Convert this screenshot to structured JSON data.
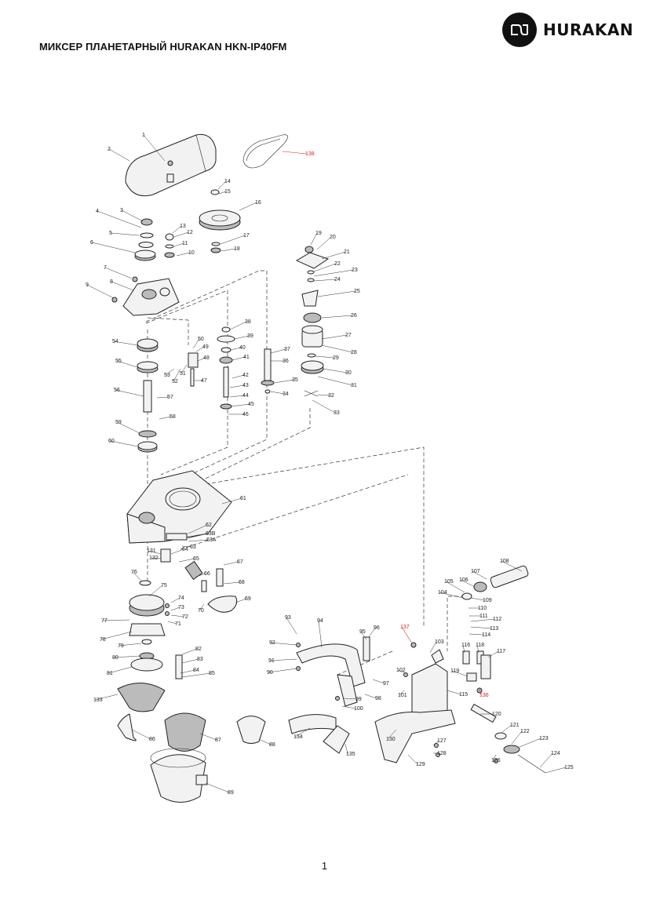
{
  "header": {
    "title": "МИКСЕР ПЛАНЕТАРНЫЙ HURAKAN HKN-IP40FM",
    "logo_text": "HURAKAN"
  },
  "footer": {
    "page_number": "1"
  },
  "colors": {
    "highlight_labels": "#dd2222",
    "ink": "#222222"
  },
  "part_numbers": [
    "1",
    "2",
    "3",
    "4",
    "5",
    "6",
    "7",
    "8",
    "9",
    "10",
    "11",
    "12",
    "13",
    "14",
    "15",
    "16",
    "17",
    "18",
    "19",
    "20",
    "21",
    "22",
    "23",
    "24",
    "25",
    "26",
    "27",
    "28",
    "29",
    "30",
    "31",
    "32",
    "33",
    "34",
    "35",
    "36",
    "37",
    "38",
    "39",
    "40",
    "41",
    "42",
    "43",
    "44",
    "45",
    "46",
    "47",
    "48",
    "49",
    "50",
    "51",
    "52",
    "53",
    "54",
    "55",
    "56",
    "57",
    "58",
    "59",
    "60",
    "61",
    "62",
    "63",
    "63A",
    "63B",
    "64",
    "65",
    "66",
    "67",
    "68",
    "69",
    "70",
    "71",
    "72",
    "73",
    "74",
    "75",
    "76",
    "77",
    "78",
    "79",
    "80",
    "81",
    "82",
    "83",
    "84",
    "85",
    "86",
    "87",
    "88",
    "89",
    "90",
    "91",
    "92",
    "93",
    "94",
    "95",
    "96",
    "97",
    "98",
    "99",
    "100",
    "101",
    "102",
    "103",
    "104",
    "105",
    "106",
    "107",
    "108",
    "109",
    "110",
    "111",
    "112",
    "113",
    "114",
    "115",
    "116",
    "117",
    "118",
    "119",
    "120",
    "121",
    "122",
    "123",
    "124",
    "125",
    "126",
    "127",
    "128",
    "129",
    "130",
    "131",
    "132",
    "133",
    "134",
    "135",
    "136",
    "137",
    "138"
  ],
  "highlighted_parts": [
    "136",
    "137",
    "138"
  ]
}
